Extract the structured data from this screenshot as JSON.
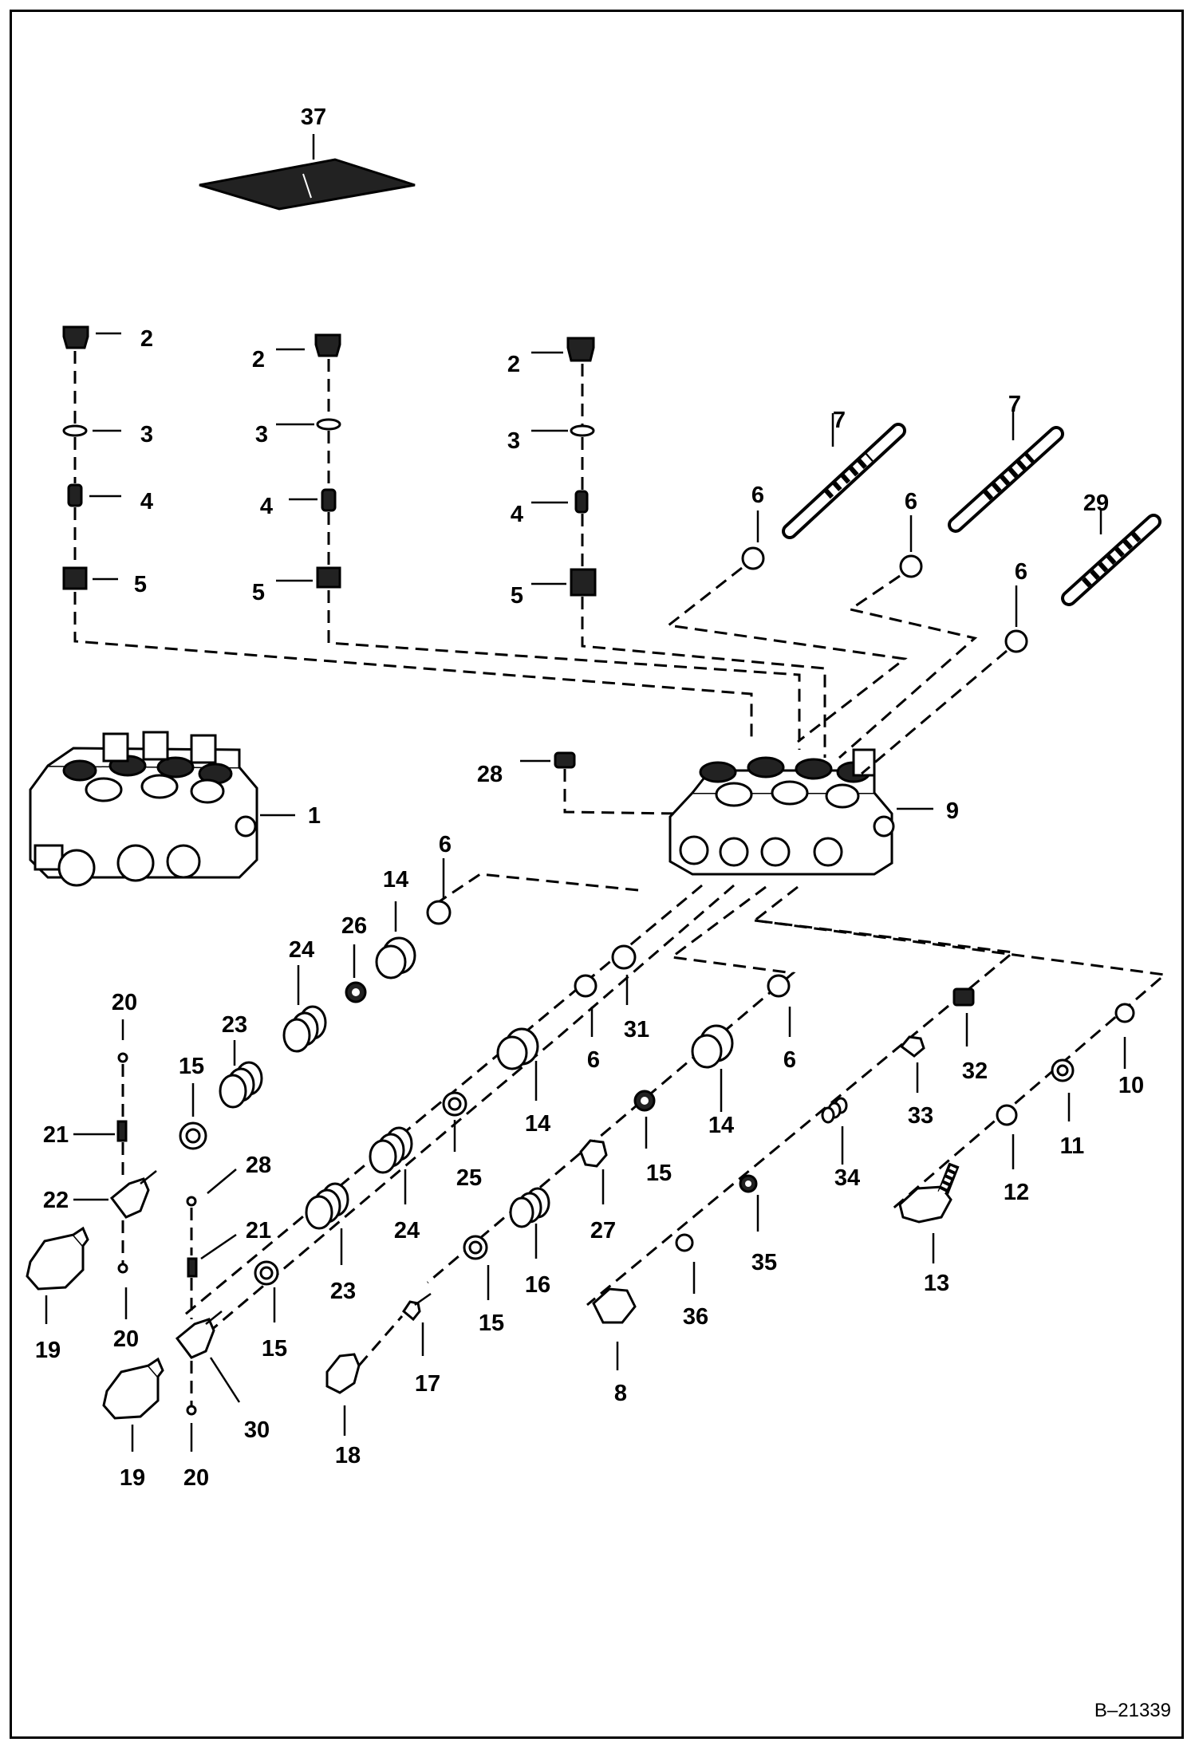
{
  "diagram": {
    "reference": "B–21339",
    "callouts": [
      "1",
      "2",
      "3",
      "4",
      "5",
      "6",
      "7",
      "8",
      "9",
      "10",
      "11",
      "12",
      "13",
      "14",
      "15",
      "16",
      "17",
      "18",
      "19",
      "20",
      "21",
      "22",
      "23",
      "24",
      "25",
      "26",
      "27",
      "28",
      "29",
      "30",
      "31",
      "32",
      "33",
      "34",
      "35",
      "36",
      "37"
    ]
  }
}
